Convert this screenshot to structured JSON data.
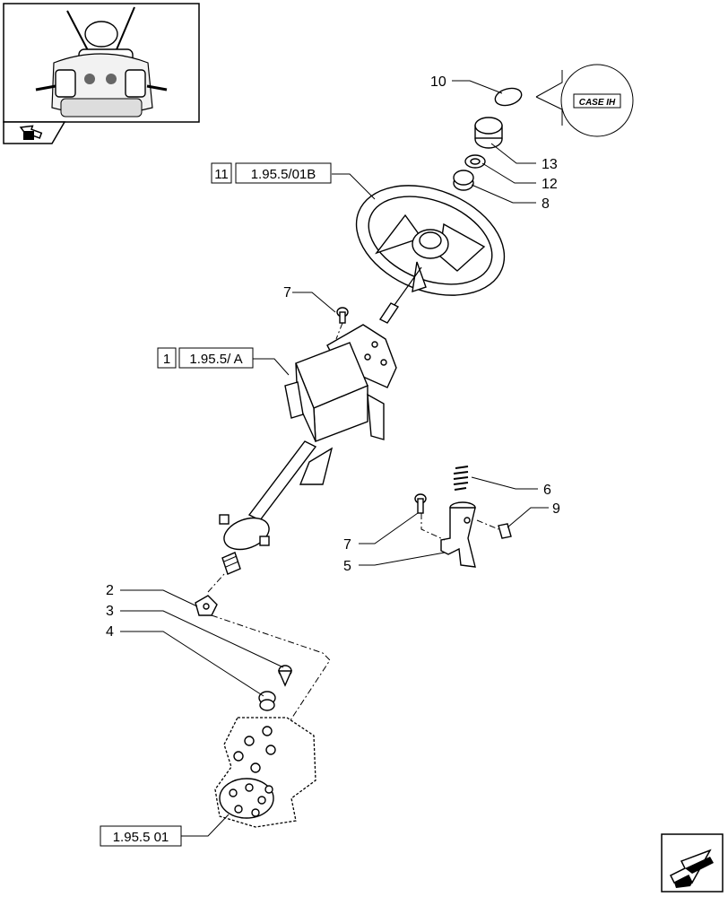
{
  "callouts": {
    "c10": "10",
    "c13": "13",
    "c12": "12",
    "c8": "8",
    "c7a": "7",
    "c6": "6",
    "c9": "9",
    "c7b": "7",
    "c5": "5",
    "c2": "2",
    "c3": "3",
    "c4": "4"
  },
  "refs": {
    "wheel_num": "11",
    "wheel_ref": "1.95.5/01B",
    "column_num": "1",
    "column_ref": "1.95.5/ A",
    "motor_ref": "1.95.5 01"
  },
  "logo_text": "CASE IH",
  "icons": {
    "thumbnail": "tractor-cab-thumbnail",
    "thumb_nav": "arrow-icon",
    "nav": "next-page-arrow-icon"
  }
}
